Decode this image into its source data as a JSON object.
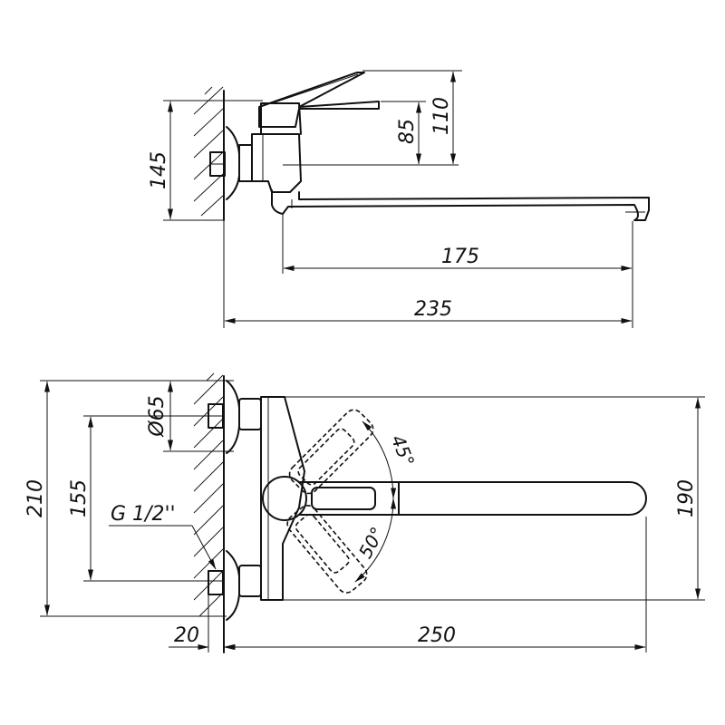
{
  "side_view": {
    "dim_total_height": "145",
    "dim_spout_height": "85",
    "dim_lever_height": "110",
    "dim_spout_reach": "175",
    "dim_total_reach": "235"
  },
  "top_view": {
    "dim_flange_diameter": "Ø65",
    "dim_center_distance": "155",
    "dim_thread": "G 1/2''",
    "dim_total_width": "210",
    "dim_body_width": "190",
    "dim_wall_offset": "20",
    "dim_spout_length": "250",
    "angle_up": "45°",
    "angle_down": "50°"
  }
}
